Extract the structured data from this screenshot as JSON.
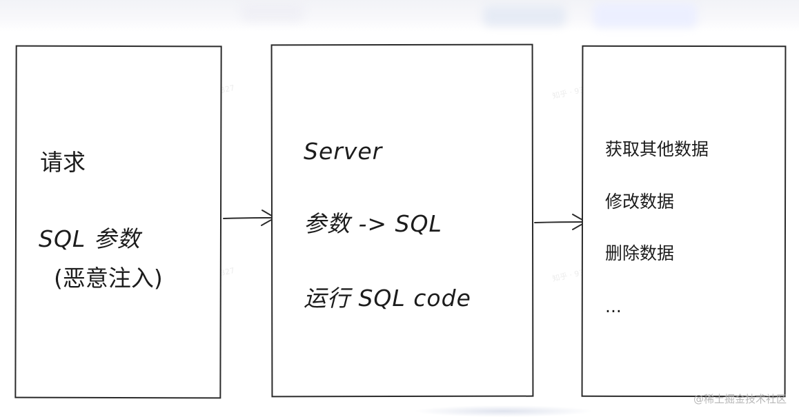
{
  "request_box": {
    "title": "请求",
    "line1": "SQL 参数",
    "line2": "(恶意注入)"
  },
  "server_box": {
    "title": "Server",
    "line1": "参数 -> SQL",
    "line2": "运行 SQL code"
  },
  "result_box": {
    "items": [
      "获取其他数据",
      "修改数据",
      "删除数据",
      "..."
    ]
  },
  "watermark": "@稀土掘金技术社区"
}
